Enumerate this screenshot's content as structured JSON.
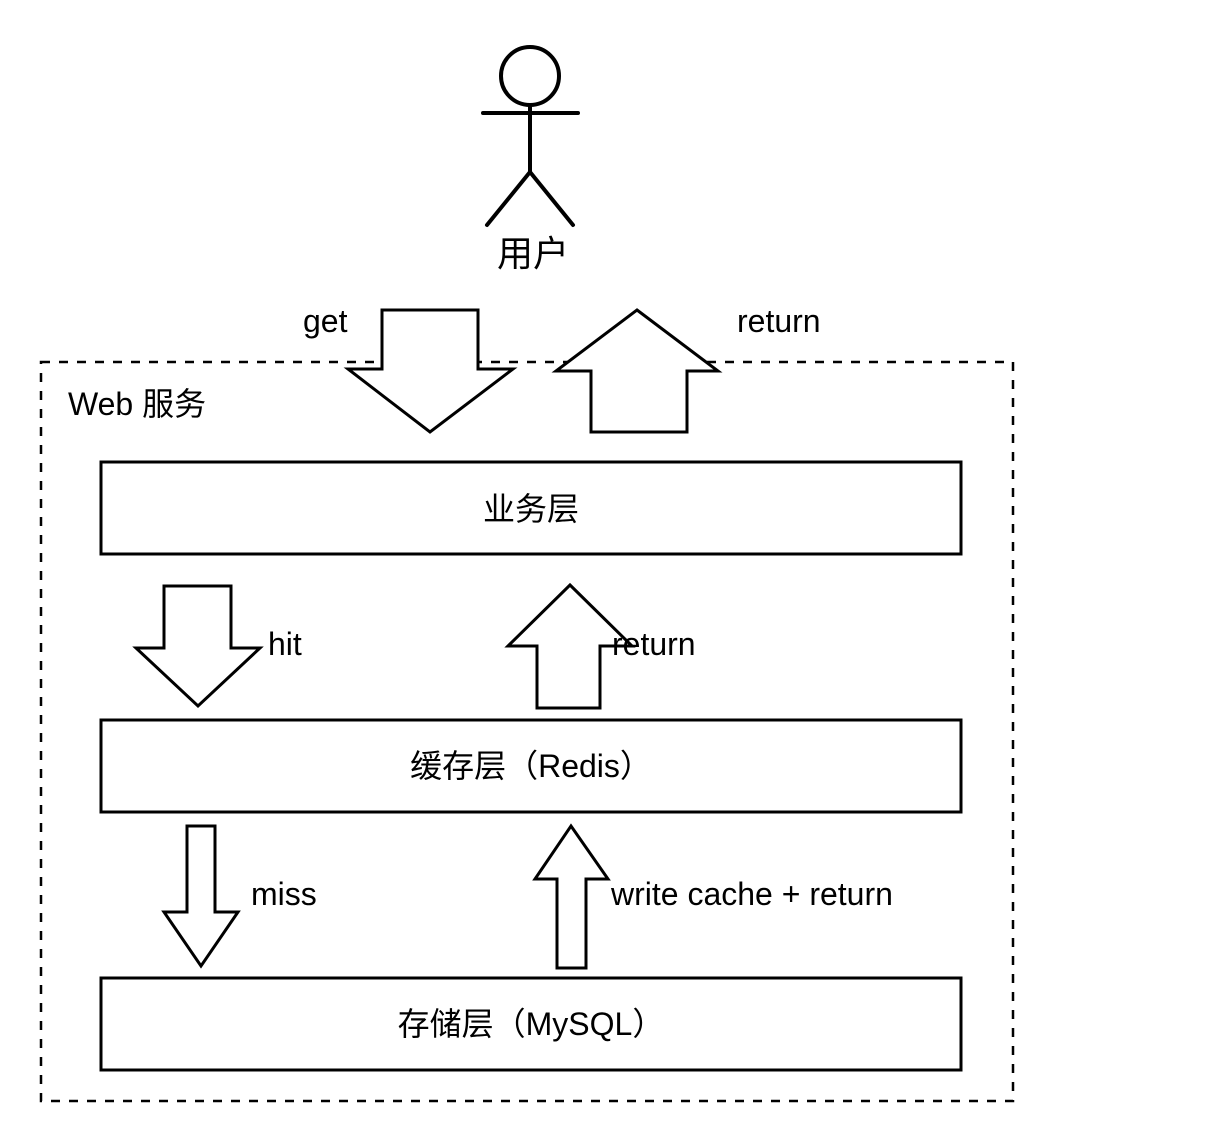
{
  "diagram": {
    "title_actor": "用户",
    "container": {
      "label": "Web 服务",
      "border_style": "dashed",
      "color": "#000000"
    },
    "layers": [
      {
        "id": "business",
        "label": "业务层"
      },
      {
        "id": "cache",
        "label": "缓存层（Redis）"
      },
      {
        "id": "storage",
        "label": "存储层（MySQL）"
      }
    ],
    "flows": [
      {
        "id": "get",
        "label": "get",
        "direction": "down",
        "from": "用户",
        "to": "业务层"
      },
      {
        "id": "return-top",
        "label": "return",
        "direction": "up",
        "from": "业务层",
        "to": "用户"
      },
      {
        "id": "hit",
        "label": "hit",
        "direction": "down",
        "from": "业务层",
        "to": "缓存层（Redis）"
      },
      {
        "id": "return-mid",
        "label": "return",
        "direction": "up",
        "from": "缓存层（Redis）",
        "to": "业务层"
      },
      {
        "id": "miss",
        "label": "miss",
        "direction": "down",
        "from": "缓存层（Redis）",
        "to": "存储层（MySQL）"
      },
      {
        "id": "write-cache",
        "label": "write cache + return",
        "direction": "up",
        "from": "存储层（MySQL）",
        "to": "缓存层（Redis）"
      }
    ],
    "colors": {
      "stroke": "#000000",
      "fill": "#ffffff",
      "background": "#ffffff"
    }
  }
}
